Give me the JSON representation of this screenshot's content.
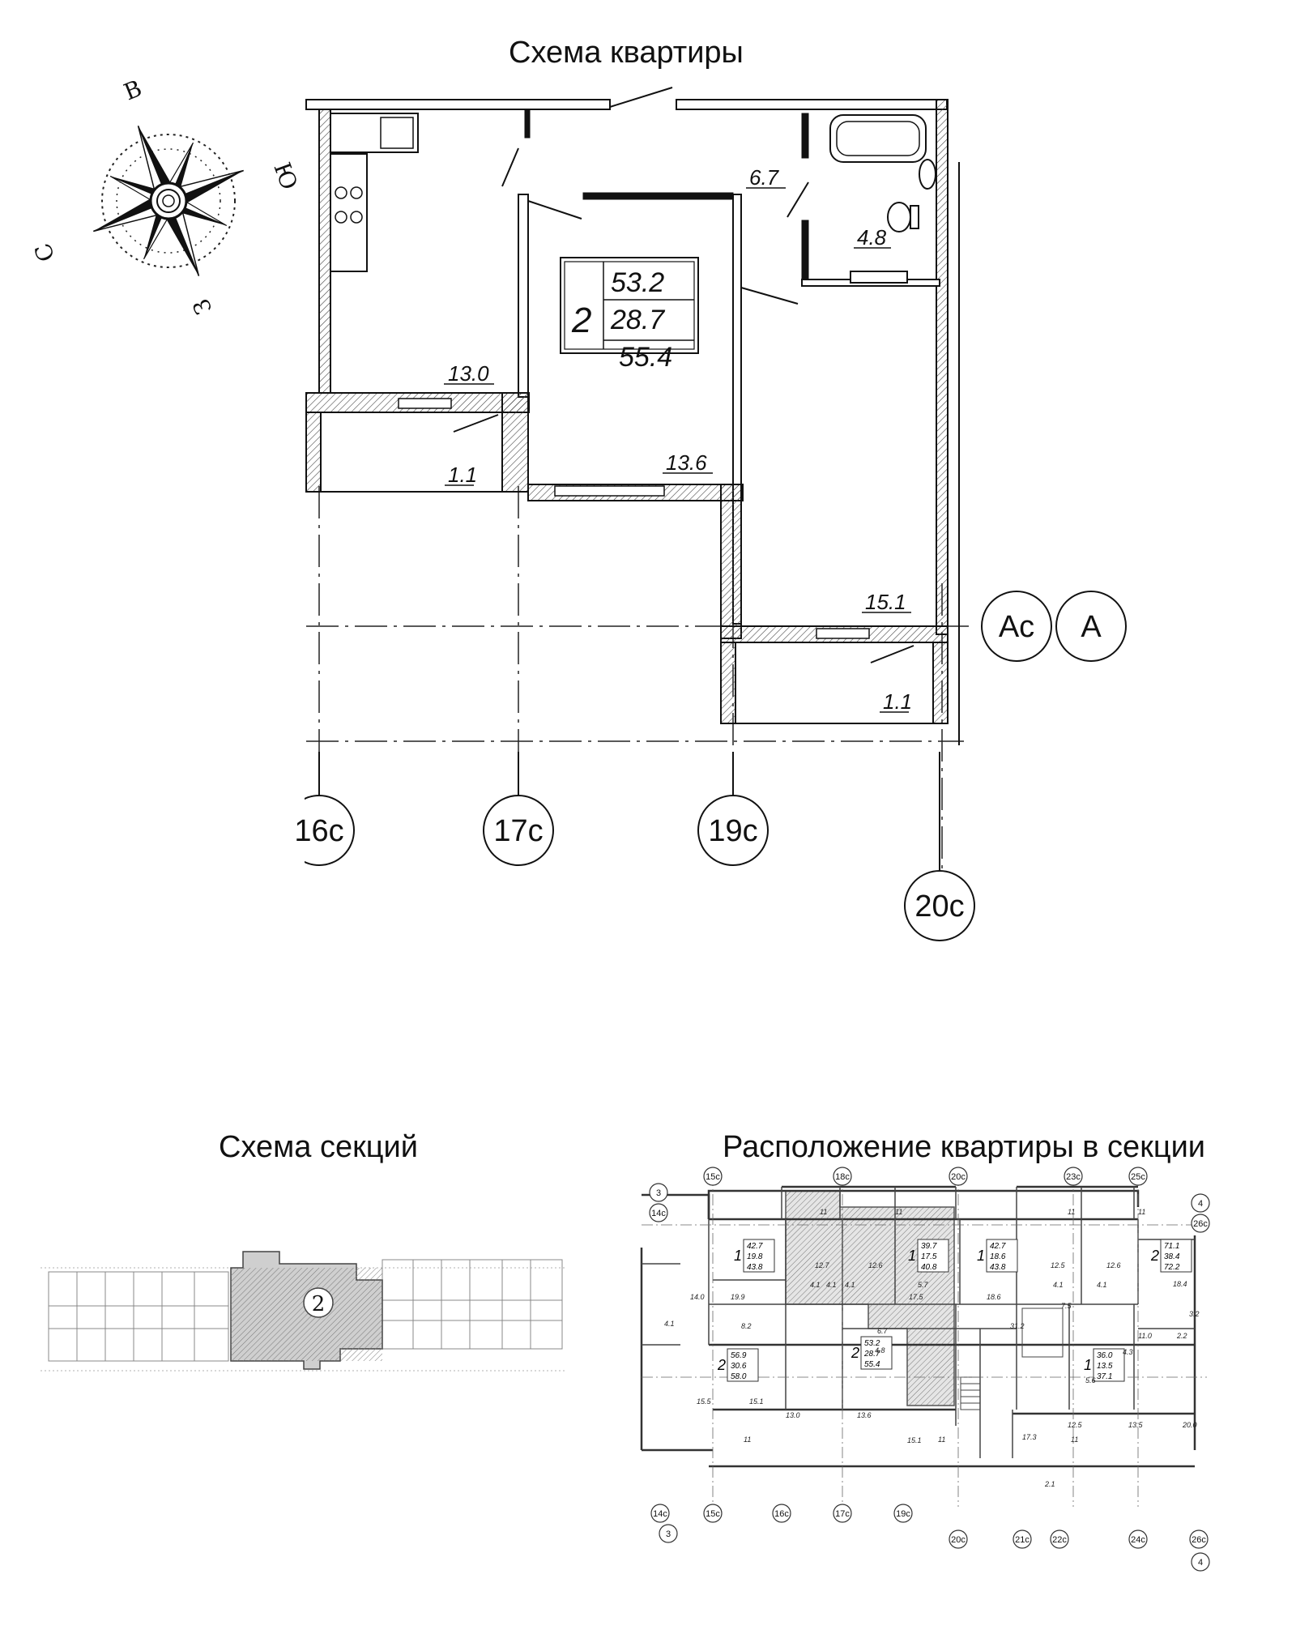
{
  "headings": {
    "apartment_scheme": "Схема квартиры",
    "sections_scheme": "Схема секций",
    "location_in_section": "Расположение квартиры в секции"
  },
  "compass": {
    "letters": [
      "В",
      "Ю",
      "З",
      "С"
    ]
  },
  "apartment": {
    "rooms_count": "2",
    "living_area": "53.2",
    "living_rooms_area": "28.7",
    "total_area": "55.4",
    "room_areas": {
      "kitchen": "13.0",
      "room_middle": "13.6",
      "room_right": "15.1",
      "hall": "6.7",
      "bathroom": "4.8",
      "balcony_left": "1.1",
      "balcony_right": "1.1"
    },
    "axes": {
      "vertical": [
        "16с",
        "17с",
        "19с",
        "20с"
      ],
      "horizontal": [
        "Ас",
        "А"
      ]
    }
  },
  "sections_scheme": {
    "highlight_label": "2"
  },
  "section_plan": {
    "axes_top": [
      "15с",
      "18с",
      "20с",
      "23с",
      "25с"
    ],
    "axes_top_left": [
      "3",
      "14с"
    ],
    "axes_top_right": [
      "4",
      "26с"
    ],
    "axes_bottom": [
      "14с",
      "15с",
      "16с",
      "17с",
      "19с",
      "20с",
      "21с",
      "22с",
      "24с",
      "26с"
    ],
    "axes_bottom_left": "3",
    "axes_bottom_right": "4",
    "apartments": [
      {
        "rooms": "1",
        "a": "42.7",
        "b": "19.8",
        "c": "43.8"
      },
      {
        "rooms": "1",
        "a": "39.7",
        "b": "17.5",
        "c": "40.8"
      },
      {
        "rooms": "1",
        "a": "42.7",
        "b": "18.6",
        "c": "43.8"
      },
      {
        "rooms": "2",
        "a": "71.1",
        "b": "38.4",
        "c": "72.2"
      },
      {
        "rooms": "2",
        "a": "56.9",
        "b": "30.6",
        "c": "58.0"
      },
      {
        "rooms": "2",
        "a": "53.2",
        "b": "28.7",
        "c": "55.4"
      },
      {
        "rooms": "1",
        "a": "36.0",
        "b": "13.5",
        "c": "37.1"
      }
    ],
    "room_labels": [
      "11",
      "11",
      "11",
      "11",
      "12.7",
      "12.6",
      "12.5",
      "12.6",
      "19.9",
      "17.5",
      "18.6",
      "14.0",
      "4.1",
      "4.1",
      "4.1",
      "5.7",
      "4.1",
      "7.5",
      "4.1",
      "18.4",
      "3.2",
      "2.2",
      "4.1",
      "8.2",
      "11.0",
      "4.3",
      "5.6",
      "15.5",
      "15.1",
      "13.0",
      "6.7",
      "4.8",
      "31.2",
      "13.6",
      "15.1",
      "17.3",
      "12.5",
      "13.5",
      "20.0",
      "11",
      "11",
      "11",
      "2.1"
    ]
  }
}
